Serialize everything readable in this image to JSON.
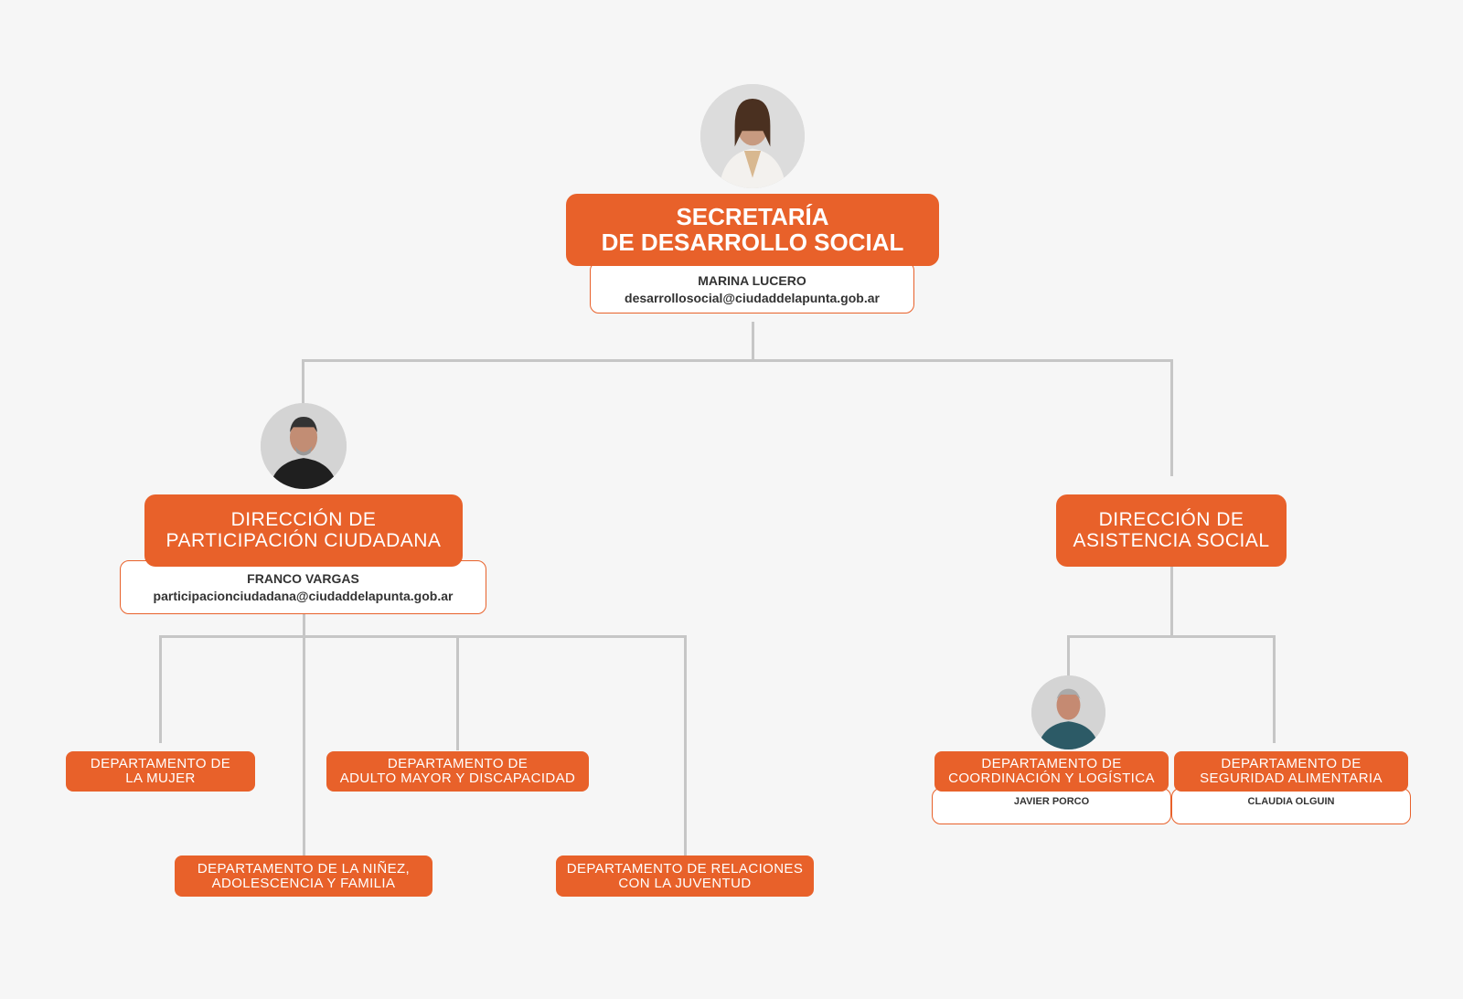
{
  "secretaria": {
    "title_line1": "SECRETARÍA",
    "title_line2": "DE DESARROLLO SOCIAL",
    "name": "MARINA LUCERO",
    "email": "desarrollosocial@ciudaddelapunta.gob.ar"
  },
  "direccion_participacion": {
    "title_line1": "DIRECCIÓN DE",
    "title_line2": "PARTICIPACIÓN CIUDADANA",
    "name": "FRANCO VARGAS",
    "email": "participacionciudadana@ciudaddelapunta.gob.ar"
  },
  "direccion_asistencia": {
    "title_line1": "DIRECCIÓN DE",
    "title_line2": "ASISTENCIA SOCIAL"
  },
  "departamentos": {
    "mujer": {
      "line1": "DEPARTAMENTO DE",
      "line2": "LA MUJER"
    },
    "adulto": {
      "line1": "DEPARTAMENTO DE",
      "line2": "ADULTO MAYOR Y DISCAPACIDAD"
    },
    "ninez": {
      "line1": "DEPARTAMENTO DE LA NIÑEZ,",
      "line2": "ADOLESCENCIA Y FAMILIA"
    },
    "juventud": {
      "line1": "DEPARTAMENTO DE RELACIONES",
      "line2": "CON LA JUVENTUD"
    },
    "coordinacion": {
      "line1": "DEPARTAMENTO DE",
      "line2": "COORDINACIÓN Y LOGÍSTICA",
      "name": "JAVIER PORCO"
    },
    "seguridad": {
      "line1": "DEPARTAMENTO DE",
      "line2": "SEGURIDAD ALIMENTARIA",
      "name": "CLAUDIA OLGUIN"
    }
  },
  "colors": {
    "accent": "#e8612a",
    "connector": "#c6c6c6",
    "background": "#f6f6f6"
  }
}
